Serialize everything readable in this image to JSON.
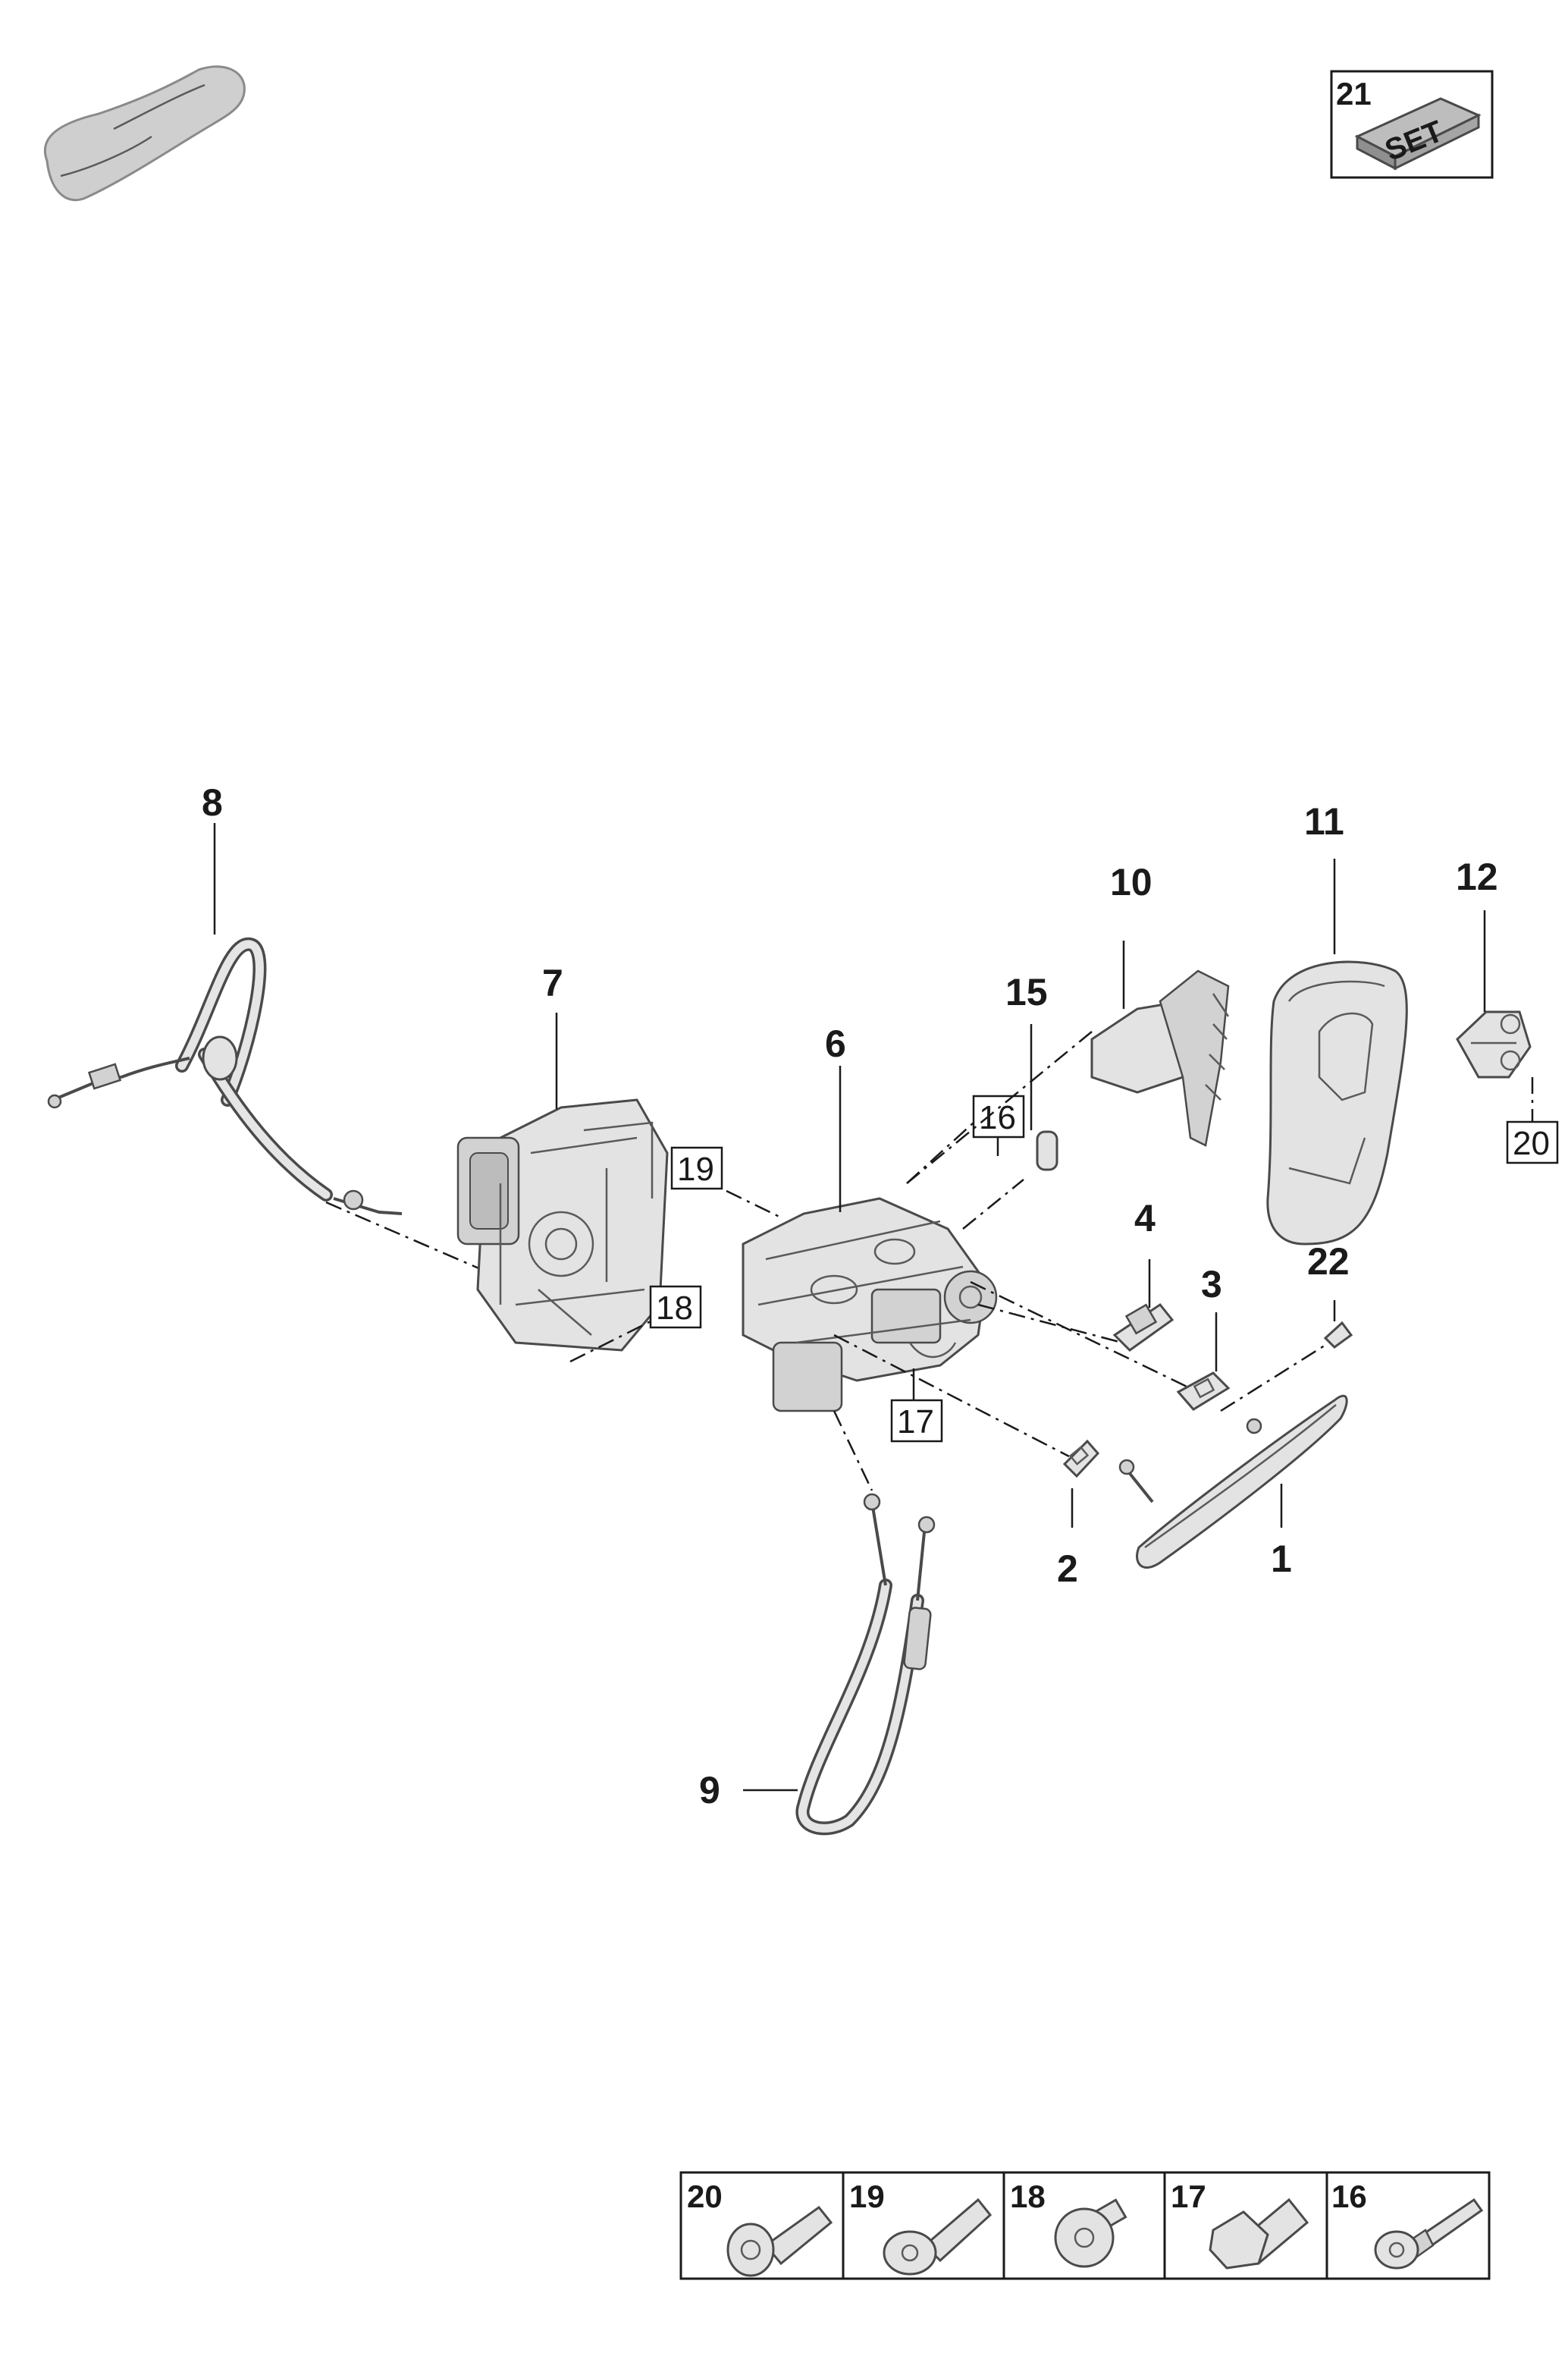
{
  "set_box": {
    "number": "21",
    "text": "SET"
  },
  "callouts": {
    "p1": "1",
    "p2": "2",
    "p3": "3",
    "p4": "4",
    "p6": "6",
    "p7": "7",
    "p8": "8",
    "p9": "9",
    "p10": "10",
    "p11": "11",
    "p12": "12",
    "p15": "15",
    "p22": "22"
  },
  "boxed_refs": {
    "r16": "16",
    "r17": "17",
    "r18": "18",
    "r19": "19",
    "r20": "20"
  },
  "fastener_table": [
    {
      "number": "20",
      "icon": "torx-bolt-icon"
    },
    {
      "number": "19",
      "icon": "flange-bolt-icon"
    },
    {
      "number": "18",
      "icon": "button-head-screw-icon"
    },
    {
      "number": "17",
      "icon": "hex-bolt-icon"
    },
    {
      "number": "16",
      "icon": "shoulder-bolt-icon"
    }
  ],
  "colors": {
    "part_fill": "#e3e3e3",
    "line": "#1a1a1a"
  }
}
